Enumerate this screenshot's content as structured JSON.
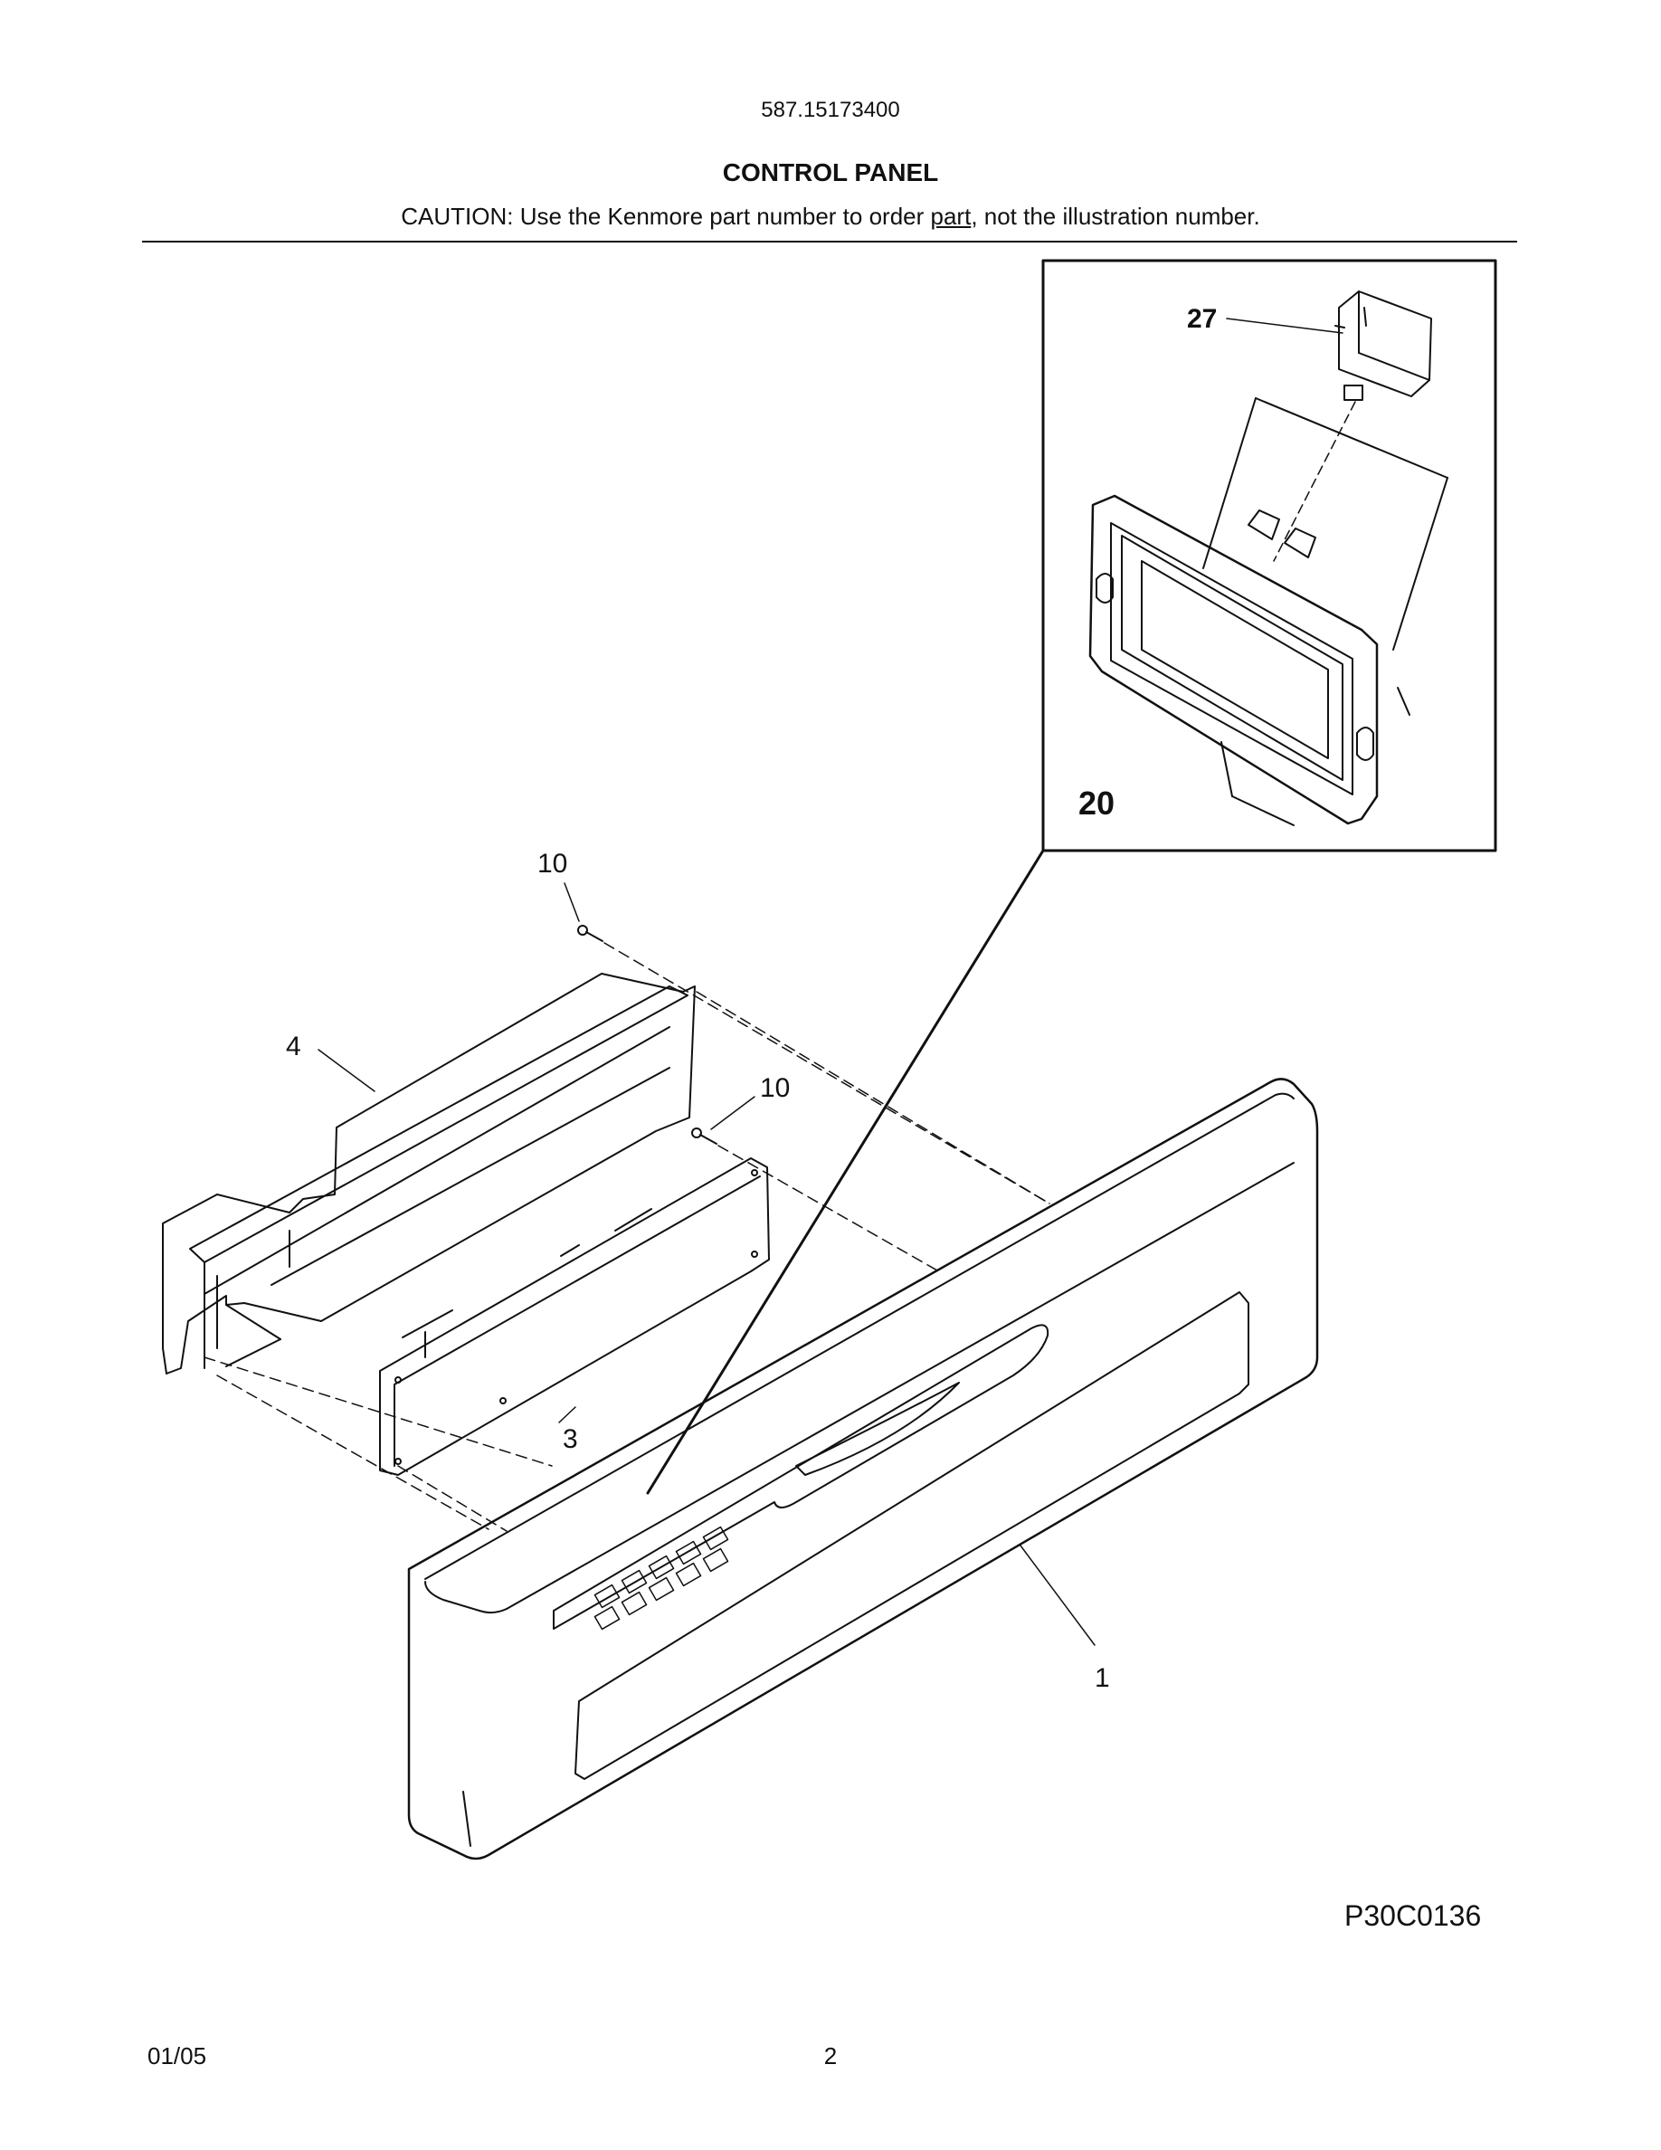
{
  "header": {
    "model_number": "587.15173400",
    "title": "CONTROL PANEL",
    "caution_prefix": "CAUTION: Use the Kenmore part number to order ",
    "caution_underlined": "part",
    "caution_suffix": ", not the illustration number."
  },
  "callouts": {
    "c1": "1",
    "c3": "3",
    "c4": "4",
    "c10a": "10",
    "c10b": "10",
    "c20": "20",
    "c27": "27"
  },
  "figure_id": "P30C0136",
  "footer": {
    "date": "01/05",
    "page": "2"
  }
}
